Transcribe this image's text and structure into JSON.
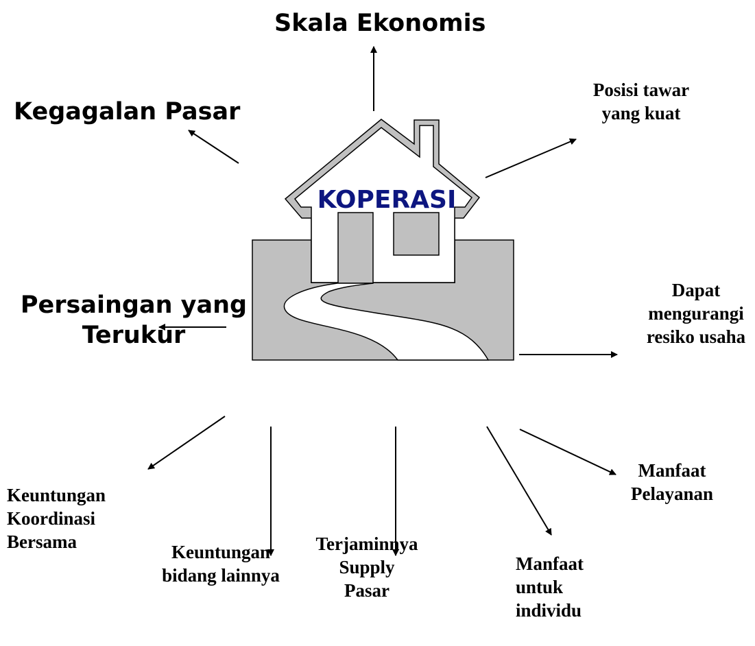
{
  "diagram": {
    "center": "KOPERASI",
    "labels": {
      "top": "Skala Ekonomis",
      "kegagalan": "Kegagalan Pasar",
      "persaingan": "Persaingan yang\nTerukur",
      "posisi": "Posisi tawar\nyang kuat",
      "dapat": "Dapat\nmengurangi\nresiko usaha",
      "keuntungan_koordinasi": "Keuntungan\nKoordinasi\nBersama",
      "keuntungan_bidang": "Keuntungan\nbidang lainnya",
      "terjamin": "Terjaminnya\nSupply Pasar",
      "manfaat_individu": "Manfaat\nuntuk\nindividu",
      "manfaat_pelayanan": "Manfaat\nPelayanan"
    },
    "colors": {
      "house_fill": "#c0c0c0",
      "house_label": "#0d1680",
      "stroke": "#000000"
    }
  }
}
